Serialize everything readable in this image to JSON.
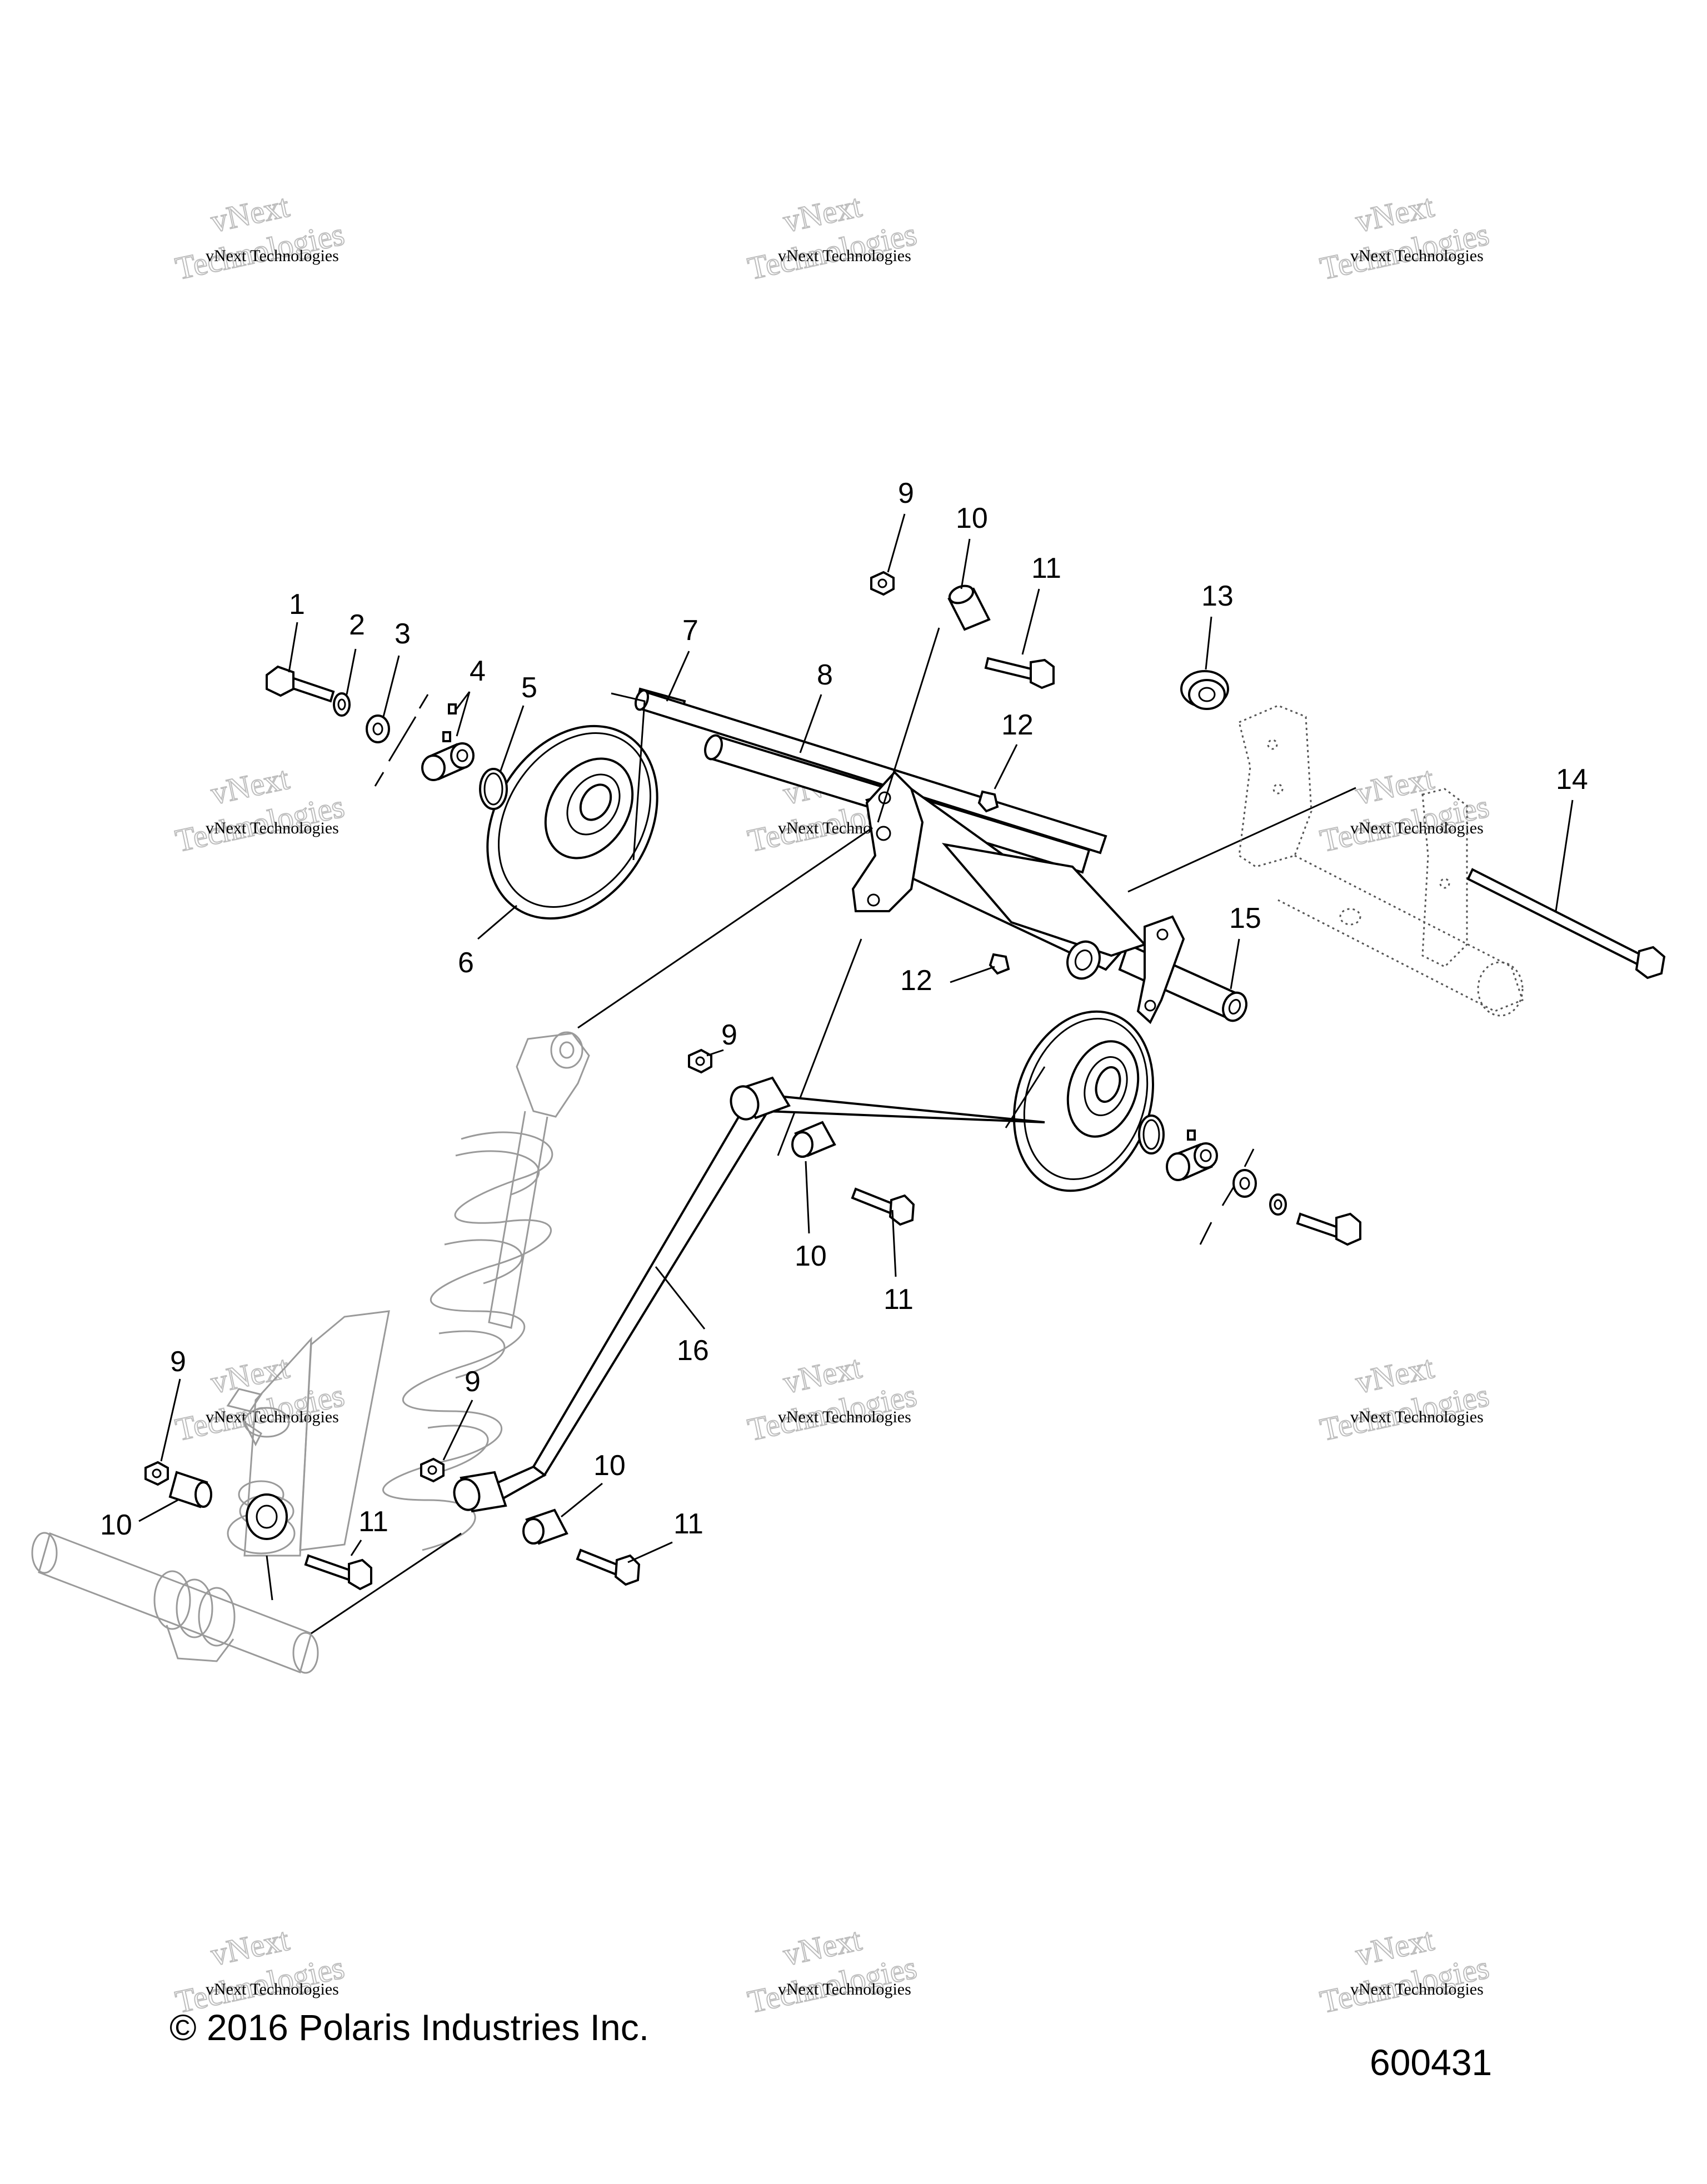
{
  "diagram": {
    "callouts": [
      "1",
      "2",
      "3",
      "4",
      "5",
      "6",
      "7",
      "8",
      "9",
      "10",
      "11",
      "12",
      "13",
      "14",
      "15",
      "16",
      "9",
      "10",
      "11",
      "12",
      "9",
      "10",
      "11",
      "9",
      "10",
      "11"
    ],
    "copyright": "© 2016 Polaris Industries Inc.",
    "figure_number": "600431",
    "watermark": {
      "line1": "vNext",
      "line2": "Technologies",
      "small": "vNext Technologies"
    }
  }
}
